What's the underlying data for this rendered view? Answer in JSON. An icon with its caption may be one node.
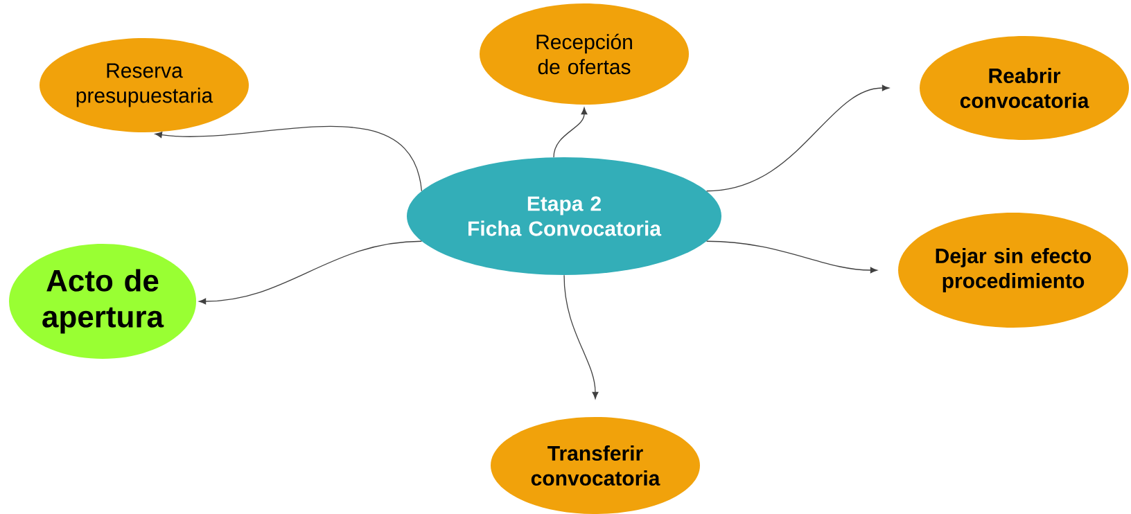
{
  "diagram": {
    "nodes": [
      {
        "text": [
          "Etapa 2",
          "Ficha Convocatoria"
        ]
      },
      {
        "text": [
          "Reserva presupuestaria"
        ]
      },
      {
        "text": [
          "Recepción de ofertas"
        ]
      },
      {
        "text": [
          "Reabrir convocatoria"
        ]
      },
      {
        "text": [
          "Acto de apertura"
        ]
      },
      {
        "text": [
          "Dejar sin efecto procedimiento"
        ]
      },
      {
        "text": [
          "Transferir convocatoria"
        ]
      }
    ],
    "edges": [
      {
        "from": 0,
        "to": 1,
        "arrow": "to"
      },
      {
        "from": 0,
        "to": 2,
        "arrow": "to"
      },
      {
        "from": 0,
        "to": 3,
        "arrow": "to"
      },
      {
        "from": 0,
        "to": 4,
        "arrow": "to"
      },
      {
        "from": 0,
        "to": 5,
        "arrow": "to"
      },
      {
        "from": 0,
        "to": 6,
        "arrow": "to"
      }
    ]
  }
}
